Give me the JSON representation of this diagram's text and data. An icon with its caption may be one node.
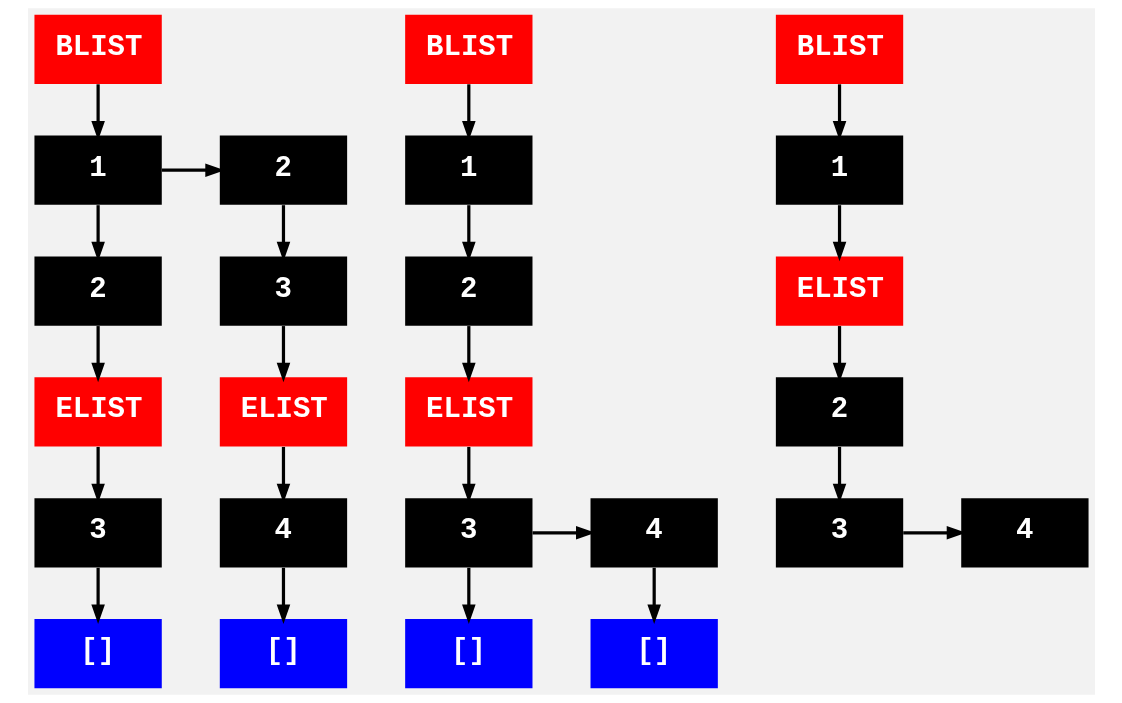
{
  "diagram": {
    "nodes": [
      {
        "text": [
          "BLIST"
        ]
      },
      {
        "text": [
          "1"
        ]
      },
      {
        "text": [
          "2"
        ]
      },
      {
        "text": [
          "2"
        ]
      },
      {
        "text": [
          "3"
        ]
      },
      {
        "text": [
          "ELIST"
        ]
      },
      {
        "text": [
          "ELIST"
        ]
      },
      {
        "text": [
          "3"
        ]
      },
      {
        "text": [
          "4"
        ]
      },
      {
        "text": [
          "[]"
        ]
      },
      {
        "text": [
          "[]"
        ]
      },
      {
        "text": [
          "BLIST"
        ]
      },
      {
        "text": [
          "1"
        ]
      },
      {
        "text": [
          "2"
        ]
      },
      {
        "text": [
          "ELIST"
        ]
      },
      {
        "text": [
          "3"
        ]
      },
      {
        "text": [
          "4"
        ]
      },
      {
        "text": [
          "[]"
        ]
      },
      {
        "text": [
          "[]"
        ]
      },
      {
        "text": [
          "BLIST"
        ]
      },
      {
        "text": [
          "1"
        ]
      },
      {
        "text": [
          "ELIST"
        ]
      },
      {
        "text": [
          "2"
        ]
      },
      {
        "text": [
          "3"
        ]
      },
      {
        "text": [
          "4"
        ]
      }
    ],
    "edges": [
      {
        "from": 0,
        "to": 1,
        "arrow": "to"
      },
      {
        "from": 1,
        "to": 2,
        "arrow": "to"
      },
      {
        "from": 1,
        "to": 3,
        "arrow": "to"
      },
      {
        "from": 2,
        "to": 4,
        "arrow": "to"
      },
      {
        "from": 3,
        "to": 5,
        "arrow": "to"
      },
      {
        "from": 4,
        "to": 6,
        "arrow": "to"
      },
      {
        "from": 5,
        "to": 7,
        "arrow": "to"
      },
      {
        "from": 6,
        "to": 8,
        "arrow": "to"
      },
      {
        "from": 7,
        "to": 9,
        "arrow": "to"
      },
      {
        "from": 8,
        "to": 10,
        "arrow": "to"
      },
      {
        "from": 11,
        "to": 12,
        "arrow": "to"
      },
      {
        "from": 12,
        "to": 13,
        "arrow": "to"
      },
      {
        "from": 13,
        "to": 14,
        "arrow": "to"
      },
      {
        "from": 14,
        "to": 15,
        "arrow": "to"
      },
      {
        "from": 15,
        "to": 16,
        "arrow": "to"
      },
      {
        "from": 15,
        "to": 17,
        "arrow": "to"
      },
      {
        "from": 16,
        "to": 18,
        "arrow": "to"
      },
      {
        "from": 19,
        "to": 20,
        "arrow": "to"
      },
      {
        "from": 20,
        "to": 21,
        "arrow": "to"
      },
      {
        "from": 21,
        "to": 22,
        "arrow": "to"
      },
      {
        "from": 22,
        "to": 23,
        "arrow": "to"
      },
      {
        "from": 23,
        "to": 24,
        "arrow": "to"
      }
    ]
  }
}
